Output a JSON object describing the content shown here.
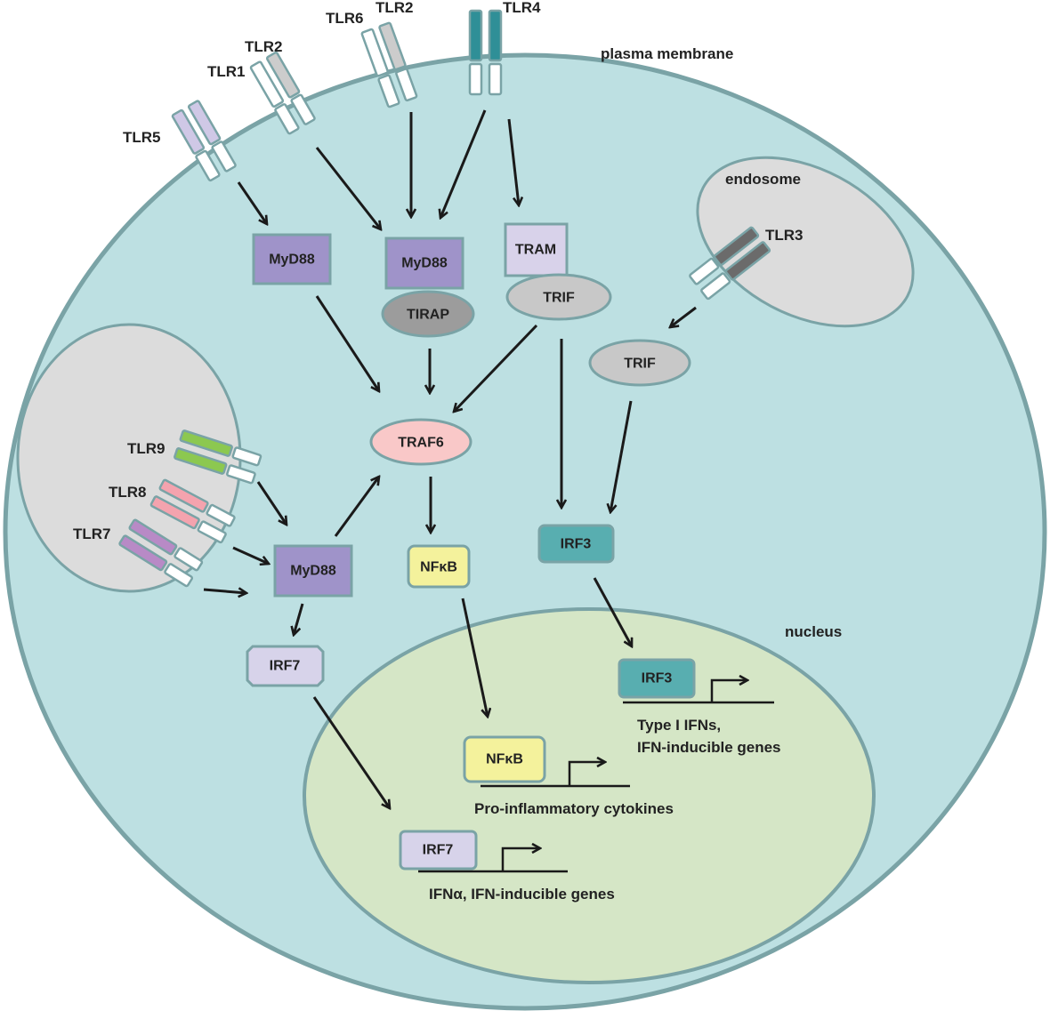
{
  "compartments": {
    "plasma_membrane": "plasma membrane",
    "endosome": "endosome",
    "nucleus": "nucleus"
  },
  "receptors": {
    "tlr1": "TLR1",
    "tlr2a": "TLR2",
    "tlr2b": "TLR2",
    "tlr3": "TLR3",
    "tlr4": "TLR4",
    "tlr5": "TLR5",
    "tlr6": "TLR6",
    "tlr7": "TLR7",
    "tlr8": "TLR8",
    "tlr9": "TLR9"
  },
  "adaptors": {
    "myd88_tlr5": "MyD88",
    "myd88_tlr2": "MyD88",
    "myd88_endosomal": "MyD88",
    "tirap": "TIRAP",
    "tram": "TRAM",
    "trif_tlr4": "TRIF",
    "trif_tlr3": "TRIF",
    "traf6": "TRAF6"
  },
  "transcription_factors": {
    "nfkb": "NFκB",
    "irf3": "IRF3",
    "irf7": "IRF7",
    "nfkb_nuclear": "NFκB",
    "irf3_nuclear": "IRF3",
    "irf7_nuclear": "IRF7"
  },
  "outputs": {
    "irf3_line1": "Type I IFNs,",
    "irf3_line2": "IFN-inducible genes",
    "nfkb": "Pro-inflammatory cytokines",
    "irf7": "IFNα, IFN-inducible genes"
  },
  "colors": {
    "cell": "#bde0e2",
    "cell_border": "#7aa3a6",
    "endosome": "#dcdcdc",
    "nucleus": "#d5e6c6",
    "myd88": "#9f93c9",
    "tram": "#d8d2ea",
    "trif": "#c8c8c8",
    "tirap": "#9c9c9c",
    "traf6": "#f9c8c8",
    "nfkb": "#f4f29c",
    "irf3": "#58aeb0",
    "irf7": "#d7d3ea",
    "tlr4": "#2f8f97",
    "tlr5": "#cfc8e6",
    "tlr9": "#8cc850",
    "tlr8": "#f4a3ae",
    "tlr7": "#b88ac6",
    "tlr3": "#6b6b6b",
    "tlr2": "#cccccc",
    "tlr1": "#ffffff",
    "tlr6": "#ffffff"
  }
}
